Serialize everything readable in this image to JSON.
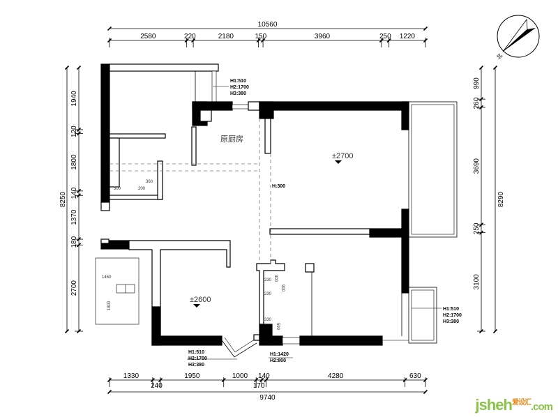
{
  "plan": {
    "top_total": "10560",
    "top_dims": [
      "2580",
      "220",
      "2180",
      "150",
      "3960",
      "250",
      "1220"
    ],
    "bottom_total": "9740",
    "bottom_dims": [
      "1330",
      "240",
      "1950",
      "1000",
      "170",
      "140",
      "4280",
      "630"
    ],
    "left_total": "8250",
    "left_dims": [
      "1940",
      "120",
      "1800",
      "140",
      "1370",
      "180",
      "2700"
    ],
    "right_total": "8290",
    "right_dims": [
      "990",
      "260",
      "3690",
      "250",
      "3100"
    ],
    "rooms": {
      "kitchen_label": "原厨房",
      "level_living": "±2700",
      "level_bedroom": "±2600"
    },
    "notes": {
      "window_top": [
        "H1:510",
        "H2:1700",
        "H3:380"
      ],
      "window_right": [
        "H1:510",
        "H2:1700",
        "H3:380"
      ],
      "window_bay": [
        "H1:510",
        "H2:1700",
        "H3:380"
      ],
      "window_bath": [
        "H1:1420",
        "H2:800"
      ],
      "beam": "H:300"
    },
    "small_dims": {
      "kitchen": [
        "500",
        "200",
        "360"
      ],
      "bed": [
        "1460",
        "1800"
      ],
      "bath": [
        "230",
        "300",
        "900",
        "230",
        "330",
        "590"
      ]
    },
    "compass_label": "北"
  },
  "logo": {
    "main": "jsheh",
    "cn": "爱设汇",
    "com": ".com"
  }
}
